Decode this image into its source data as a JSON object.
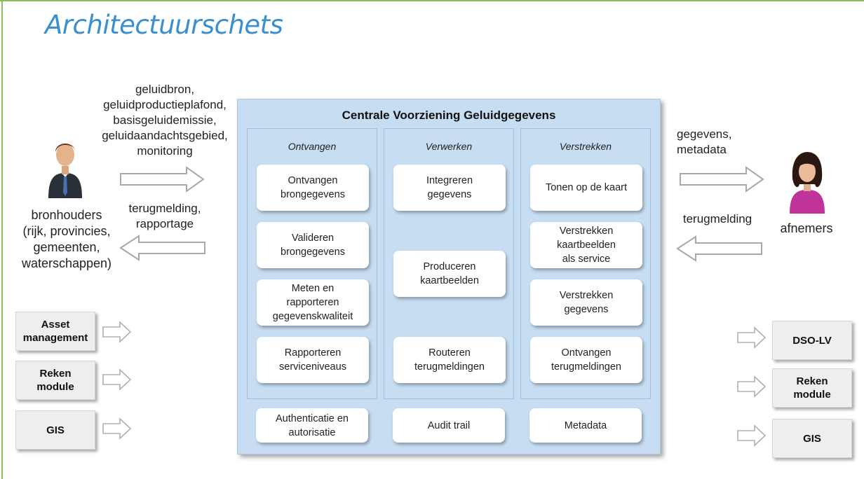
{
  "title": "Architectuurschets",
  "left": {
    "input_lines": [
      "geluidbron,",
      "geluidproductieplafond,",
      "basisgeluidemissie,",
      "geluidaandachtsgebied,",
      "monitoring"
    ],
    "feedback_lines": [
      "terugmelding,",
      "rapportage"
    ],
    "person_lines": [
      "bronhouders",
      "(rijk, provincies,",
      "gemeenten,",
      "waterschappen)"
    ],
    "systems": [
      {
        "lines": [
          "Asset",
          "management"
        ]
      },
      {
        "lines": [
          "Reken",
          "module"
        ]
      },
      {
        "lines": [
          "GIS"
        ]
      }
    ]
  },
  "right": {
    "output_lines": [
      "gegevens,",
      "metadata"
    ],
    "feedback_label": "terugmelding",
    "person_label": "afnemers",
    "systems": [
      {
        "lines": [
          "DSO-LV"
        ]
      },
      {
        "lines": [
          "Reken",
          "module"
        ]
      },
      {
        "lines": [
          "GIS"
        ]
      }
    ]
  },
  "central": {
    "title": "Centrale Voorziening Geluidgegevens",
    "columns": [
      {
        "header": "Ontvangen",
        "cards": [
          {
            "lines": [
              "Ontvangen",
              "brongegevens"
            ]
          },
          {
            "lines": [
              "Valideren",
              "brongegevens"
            ]
          },
          {
            "lines": [
              "Meten en",
              "rapporteren",
              "gegevenskwaliteit"
            ]
          },
          {
            "lines": [
              "Rapporteren",
              "serviceniveaus"
            ]
          }
        ],
        "bottom": {
          "lines": [
            "Authenticatie en",
            "autorisatie"
          ]
        }
      },
      {
        "header": "Verwerken",
        "cards": [
          {
            "lines": [
              "Integreren",
              "gegevens"
            ]
          },
          {
            "lines": [
              "Produceren",
              "kaartbeelden"
            ]
          },
          {
            "lines": [
              "Routeren",
              "terugmeldingen"
            ]
          }
        ],
        "bottom": {
          "lines": [
            "Audit trail"
          ]
        }
      },
      {
        "header": "Verstrekken",
        "cards": [
          {
            "lines": [
              "Tonen op de kaart"
            ]
          },
          {
            "lines": [
              "Verstrekken",
              "kaartbeelden",
              "als service"
            ]
          },
          {
            "lines": [
              "Verstrekken",
              "gegevens"
            ]
          },
          {
            "lines": [
              "Ontvangen",
              "terugmeldingen"
            ]
          }
        ],
        "bottom": {
          "lines": [
            "Metadata"
          ]
        }
      }
    ]
  },
  "colors": {
    "title": "#3a8fcf",
    "frame": "#8fbc5a",
    "central_bg": "#c6ddf2",
    "column_border": "#9fbfe0",
    "card_bg": "#ffffff",
    "system_box_bg": "#eeeeee",
    "man_suit": "#2a3038",
    "man_tie": "#4a6fb5",
    "woman_top": "#c0339a"
  },
  "icons": [
    "businessman-icon",
    "businesswoman-icon",
    "outline-arrow-right-icon",
    "outline-arrow-left-icon"
  ]
}
